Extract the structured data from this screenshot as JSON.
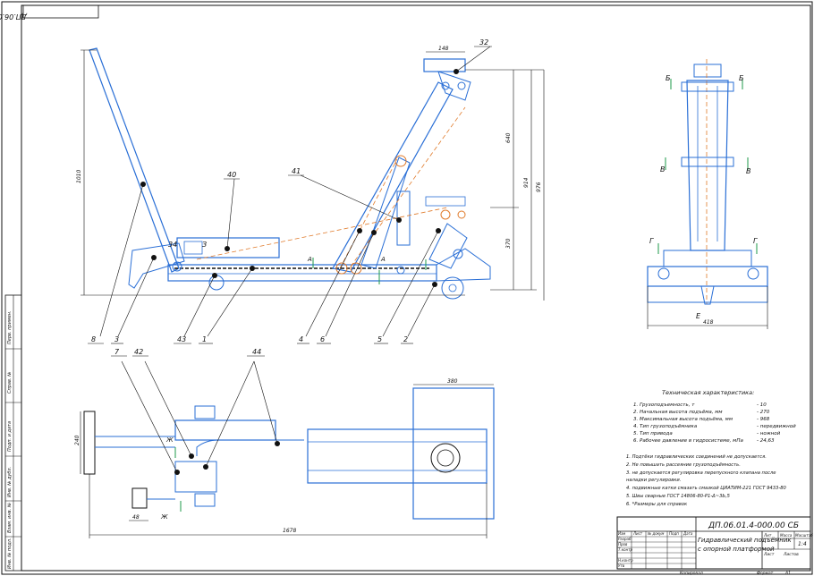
{
  "stamp_top": "ДП.06.01.4-000.00 СБ",
  "callouts": {
    "c32": "32",
    "c40": "40",
    "c41": "41",
    "c8": "8",
    "c3": "3",
    "c43": "43",
    "c1": "1",
    "c4": "4",
    "c6": "6",
    "c5": "5",
    "c2": "2",
    "c7": "7",
    "c42": "42",
    "c44": "44",
    "c34": "34"
  },
  "sections": {
    "a_left": "А",
    "a_right": "А",
    "b_left": "Б",
    "b_right": "Б",
    "v_left": "В",
    "v_right": "В",
    "g_left": "Г",
    "g_right": "Г",
    "e": "Е",
    "zh_top": "Ж",
    "zh_bot": "Ж",
    "z": "З"
  },
  "dimensions": {
    "d148": "148",
    "d640": "640",
    "d914": "914",
    "d976": "976",
    "d370": "370",
    "d1010": "1010",
    "d380": "380",
    "d240": "240",
    "d1678": "1678",
    "d48": "48",
    "d418": "418"
  },
  "spec": {
    "title": "Техническая характеристика:",
    "rows": [
      {
        "label": "1. Грузоподъемность, т",
        "value": "- 10"
      },
      {
        "label": "2. Начальная высота подъёма, мм",
        "value": "- 270"
      },
      {
        "label": "3. Максимальная высота подъёма, мм",
        "value": "- 968"
      },
      {
        "label": "4. Тип грузоподъёмника",
        "value": "- передвижной"
      },
      {
        "label": "5. Тип привода",
        "value": "- ножной"
      },
      {
        "label": "6. Рабочее давление в гидросистеме, мПа",
        "value": "- 24,63"
      }
    ]
  },
  "notes": [
    "1. Подтёки гидравлических соединений не допускается.",
    "2. Не повышать рассеяние грузоподъёмность.",
    "3. не допускается регулировка перепускного клапана после",
    "   наладки регулировки.",
    "4. подвижные катки смазать смазкой ЦИАТИМ-221 ГОСТ 9433-80",
    "5. Швы сварные ГОСТ 14806-80-Р1-Δ~3Ь,5",
    "6. *Размеры для справок"
  ],
  "title_block": {
    "code": "ДП.06.01.4-000.00 СБ",
    "name_line1": "Гидравлический подъёмник",
    "name_line2": "с опорной платформой",
    "col_lit": "Лит",
    "col_mass": "Масса",
    "col_scale": "Масштаб",
    "scale": "1:4",
    "sheet": "Лист",
    "sheets": "Листов",
    "row_izm": "Изм",
    "row_list": "Лист",
    "row_doc": "№ докум",
    "row_sign": "Подп",
    "row_date": "Дата",
    "row_razrab": "Разраб",
    "row_prov": "Пров",
    "row_tkontr": "Т.контр",
    "row_nkontr": "Н.контр",
    "row_utv": "Утв",
    "copy": "Копировал",
    "format": "Формат",
    "format_val": "А1"
  },
  "left_strip": {
    "perv": "Перв. примен.",
    "sprav": "Справ. №",
    "podp_data": "Подп. и дата",
    "inv_dubl": "Инв. № дубл.",
    "vzam": "Взам. инв. №",
    "inv_podl": "Инв. № подл."
  }
}
